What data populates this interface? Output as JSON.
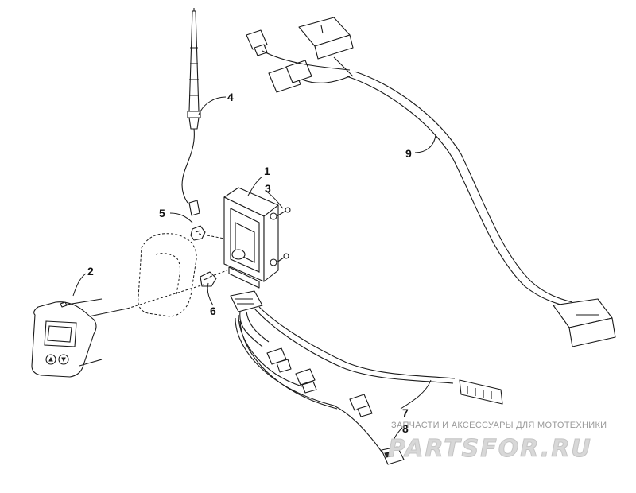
{
  "callouts": [
    {
      "id": "1",
      "label": "1"
    },
    {
      "id": "2",
      "label": "2"
    },
    {
      "id": "3",
      "label": "3"
    },
    {
      "id": "4",
      "label": "4"
    },
    {
      "id": "5",
      "label": "5"
    },
    {
      "id": "6",
      "label": "6"
    },
    {
      "id": "7",
      "label": "7"
    },
    {
      "id": "8",
      "label": "8"
    },
    {
      "id": "9",
      "label": "9"
    }
  ],
  "watermark": {
    "caption": "ЗАПЧАСТИ И АКСЕССУАРЫ ДЛЯ МОТОТЕХНИКИ",
    "logo": "PARTSFOR.RU"
  },
  "colors": {
    "line": "#1a1a1a",
    "watermark": "#c4c4c4"
  }
}
